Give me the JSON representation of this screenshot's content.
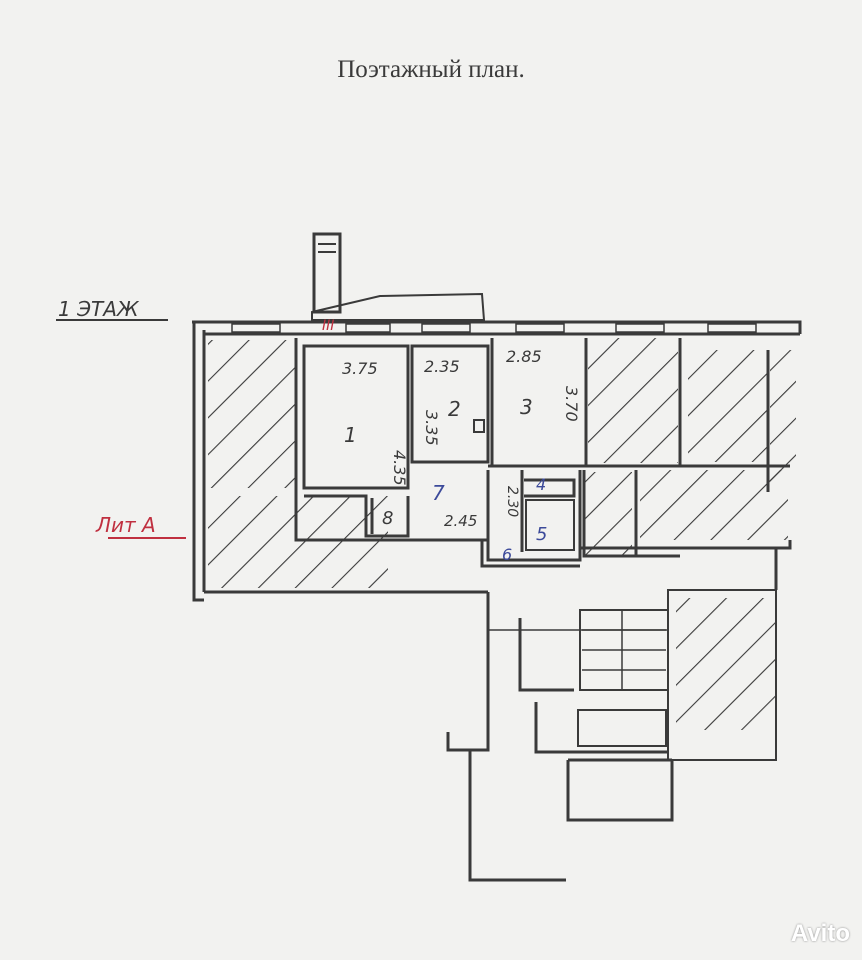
{
  "title": "Поэтажный план.",
  "floor_label": "1 ЭТАЖ",
  "lit_label": "Лит А",
  "section_mark": "III",
  "rooms": [
    {
      "id": "room-1",
      "label": "1"
    },
    {
      "id": "room-2",
      "label": "2"
    },
    {
      "id": "room-3",
      "label": "3"
    },
    {
      "id": "room-4",
      "label": "4"
    },
    {
      "id": "room-5",
      "label": "5"
    },
    {
      "id": "room-6",
      "label": "6"
    },
    {
      "id": "room-7",
      "label": "7"
    },
    {
      "id": "room-8",
      "label": "8"
    }
  ],
  "dimensions": {
    "d375": "3.75",
    "d235": "2.35",
    "d285": "2.85",
    "d435": "4.35",
    "d335": "3.35",
    "d370": "3.70",
    "d230": "2.30",
    "d245": "2.45"
  },
  "watermark": "Avito",
  "colors": {
    "line": "#3a3a3a",
    "blue": "#3c4a9a",
    "red": "#c03040",
    "paper": "#f2f2f0"
  }
}
